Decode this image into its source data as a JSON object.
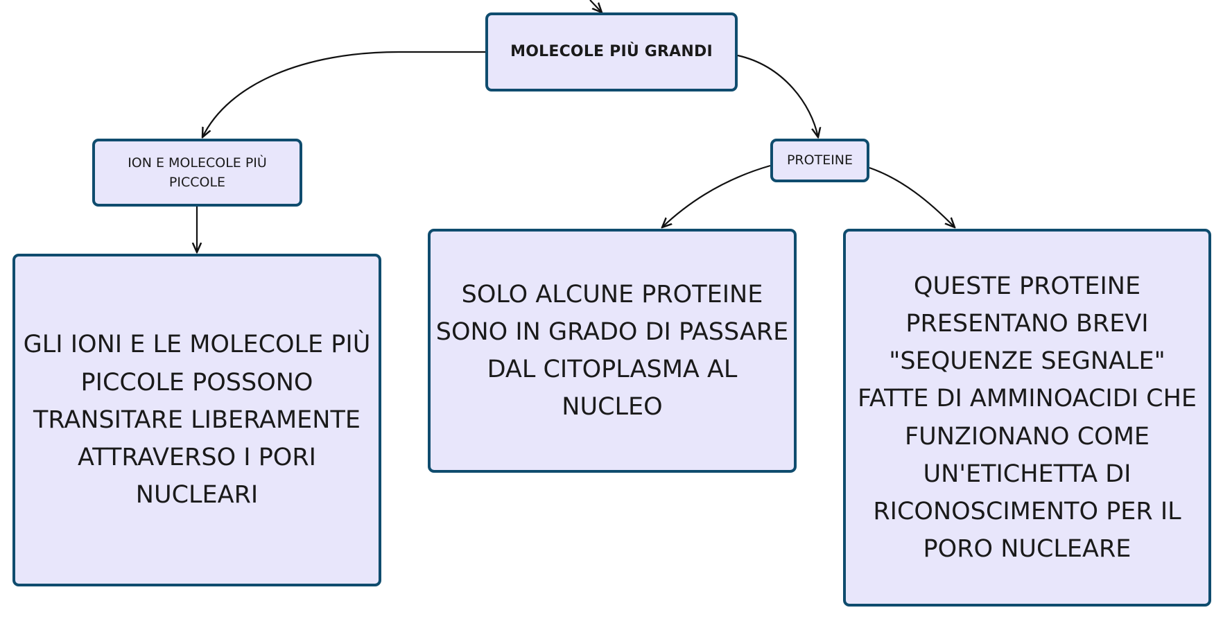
{
  "colors": {
    "node_fill": "#e8e6fb",
    "node_border": "#0f4c6e",
    "connector": "#111111",
    "background": "#ffffff"
  },
  "nodes": {
    "root": {
      "text": "MOLECOLE PIÙ GRANDI"
    },
    "ions": {
      "text": "ION E MOLECOLE PIÙ PICCOLE"
    },
    "proteine": {
      "text": "PROTEINE"
    },
    "ions_detail": {
      "text": "GLI IONI E LE MOLECOLE PIÙ PICCOLE POSSONO TRANSITARE LIBERAMENTE ATTRAVERSO I PORI NUCLEARI"
    },
    "solo": {
      "text": "SOLO ALCUNE PROTEINE SONO IN GRADO DI PASSARE DAL CITOPLASMA AL NUCLEO"
    },
    "queste": {
      "text": "QUESTE PROTEINE PRESENTANO BREVI \"SEQUENZE SEGNALE\" FATTE DI AMMINOACIDI CHE FUNZIONANO COME UN'ETICHETTA DI RICONOSCIMENTO PER IL PORO NUCLEARE"
    }
  },
  "edges": [
    {
      "from": "parent",
      "to": "root"
    },
    {
      "from": "root",
      "to": "ions"
    },
    {
      "from": "root",
      "to": "proteine"
    },
    {
      "from": "ions",
      "to": "ions_detail"
    },
    {
      "from": "proteine",
      "to": "solo"
    },
    {
      "from": "proteine",
      "to": "queste"
    }
  ]
}
